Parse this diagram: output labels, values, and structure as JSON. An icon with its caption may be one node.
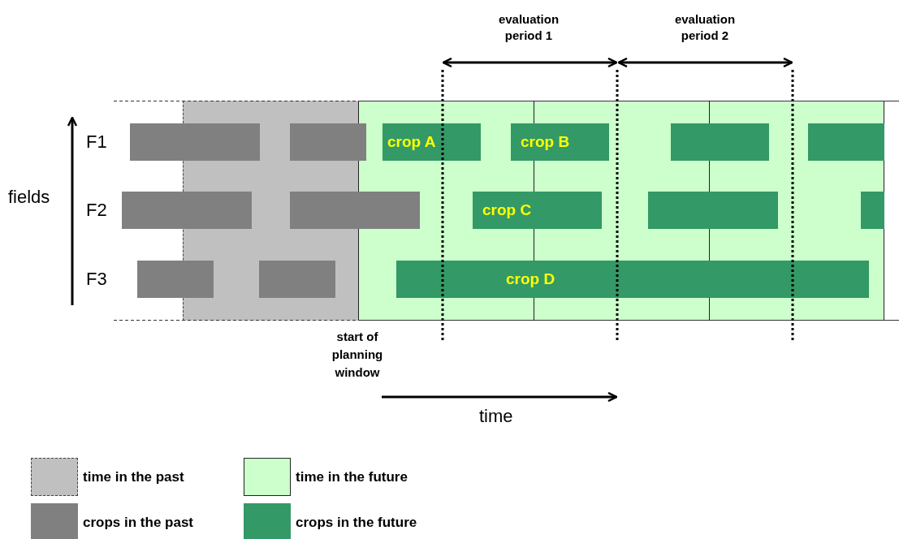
{
  "diagram": {
    "nodes": [
      {
        "text": [],
        "shape": "bar"
      },
      {
        "text": [],
        "shape": "bar"
      },
      {
        "text": [
          "crop A"
        ]
      },
      {
        "text": [
          "crop B"
        ]
      },
      {
        "text": [],
        "shape": "bar"
      },
      {
        "text": [],
        "shape": "bar"
      },
      {
        "text": [],
        "shape": "bar"
      },
      {
        "text": [],
        "shape": "bar"
      },
      {
        "text": [
          "crop C"
        ]
      },
      {
        "text": [],
        "shape": "bar"
      },
      {
        "text": [],
        "shape": "bar"
      },
      {
        "text": [],
        "shape": "bar"
      },
      {
        "text": [],
        "shape": "bar"
      },
      {
        "text": [
          "crop D"
        ]
      }
    ],
    "edges": [],
    "labels": [
      "evaluation period 1",
      "evaluation period 2",
      "fields",
      "F1",
      "F2",
      "F3",
      "start of planning window",
      "time"
    ],
    "legend": [
      {
        "text": "time in the past",
        "color": "#c0c0c0"
      },
      {
        "text": "time in the future",
        "color": "#ccffcc"
      },
      {
        "text": "crops in the past",
        "color": "#808080"
      },
      {
        "text": "crops in the future",
        "color": "#339966"
      }
    ]
  }
}
